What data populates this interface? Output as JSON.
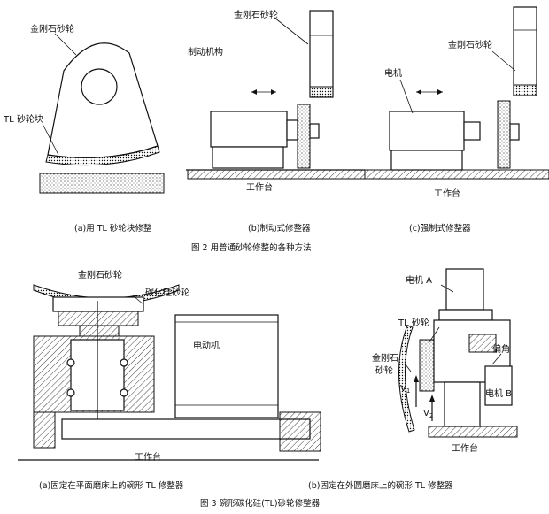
{
  "fig2": {
    "a": {
      "label_diamond": "金刚石砂轮",
      "label_tl": "TL 砂轮块",
      "caption": "(a)用 TL 砂轮块修整"
    },
    "b": {
      "label_diamond": "金刚石砂轮",
      "label_brake": "制动机构",
      "label_table": "工作台",
      "caption": "(b)制动式修整器"
    },
    "c": {
      "label_diamond": "金刚石砂轮",
      "label_motor": "电机",
      "label_table": "工作台",
      "caption": "(c)强制式修整器"
    },
    "title": "图 2   用普通砂轮修整的各种方法"
  },
  "fig3": {
    "a": {
      "label_diamond": "金刚石砂轮",
      "label_sic": "碳化硅砂轮",
      "label_motor": "电动机",
      "label_table": "工作台",
      "caption": "(a)固定在平面磨床上的碗形 TL 修整器"
    },
    "b": {
      "label_motor_a": "电机 A",
      "label_tl": "TL 砂轮",
      "label_diamond_1": "金刚石",
      "label_diamond_2": "砂轮",
      "label_angle": "偏角",
      "label_motor_b": "电机 B",
      "label_v1": "V",
      "label_v1_sub": "1",
      "label_v2": "V",
      "label_v2_sub": "2",
      "label_table": "工作台",
      "caption": "(b)固定在外圆磨床上的碗形 TL 修整器"
    },
    "title": "图 3   碗形碳化硅(TL)砂轮修整器"
  }
}
